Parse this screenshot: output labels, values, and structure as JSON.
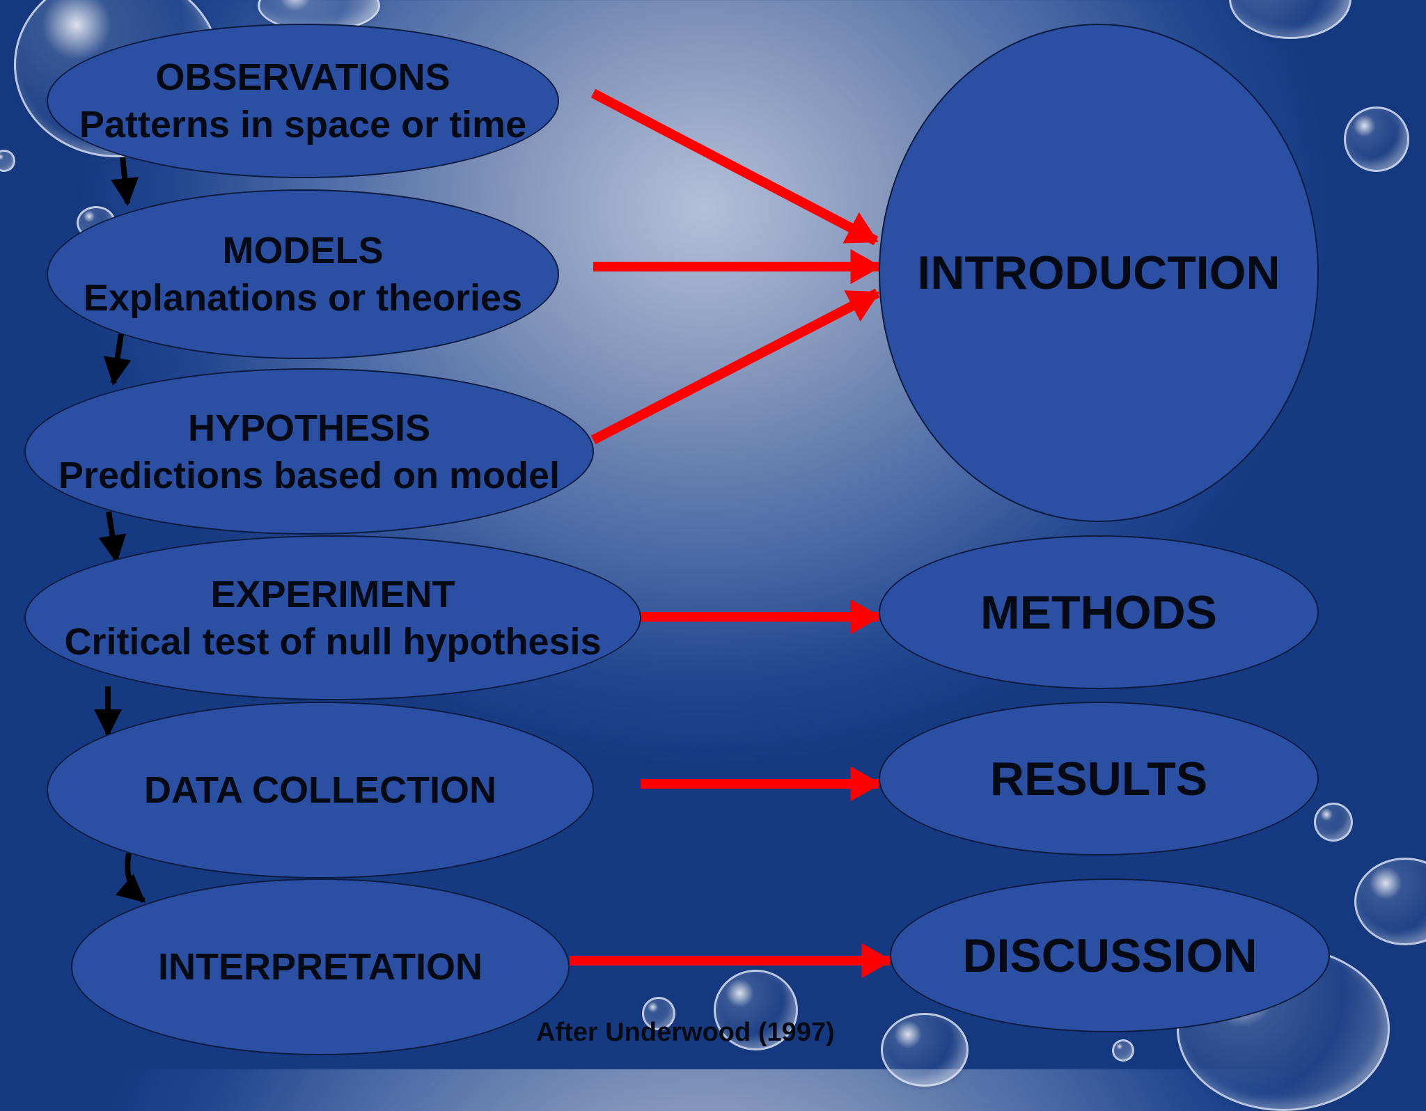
{
  "process_steps": [
    {
      "id": "observations",
      "title": "OBSERVATIONS",
      "subtitle": "Patterns in space or time"
    },
    {
      "id": "models",
      "title": "MODELS",
      "subtitle": "Explanations or theories"
    },
    {
      "id": "hypothesis",
      "title": "HYPOTHESIS",
      "subtitle": "Predictions based on model"
    },
    {
      "id": "experiment",
      "title": "EXPERIMENT",
      "subtitle": "Critical test of null hypothesis"
    },
    {
      "id": "data_collection",
      "title": "DATA COLLECTION",
      "subtitle": ""
    },
    {
      "id": "interpretation",
      "title": "INTERPRETATION",
      "subtitle": ""
    }
  ],
  "paper_sections": [
    {
      "id": "introduction",
      "title": "INTRODUCTION"
    },
    {
      "id": "methods",
      "title": "METHODS"
    },
    {
      "id": "results",
      "title": "RESULTS"
    },
    {
      "id": "discussion",
      "title": "DISCUSSION"
    }
  ],
  "mapping": [
    {
      "from": "observations",
      "to": "introduction"
    },
    {
      "from": "models",
      "to": "introduction"
    },
    {
      "from": "hypothesis",
      "to": "introduction"
    },
    {
      "from": "experiment",
      "to": "methods"
    },
    {
      "from": "data_collection",
      "to": "results"
    },
    {
      "from": "interpretation",
      "to": "discussion"
    }
  ],
  "credit": "After Underwood (1997)",
  "colors": {
    "node_fill": "#2a4fa3",
    "node_text": "#050a14",
    "mapping_arrow": "#ff0000",
    "flow_arrow": "#000000"
  }
}
